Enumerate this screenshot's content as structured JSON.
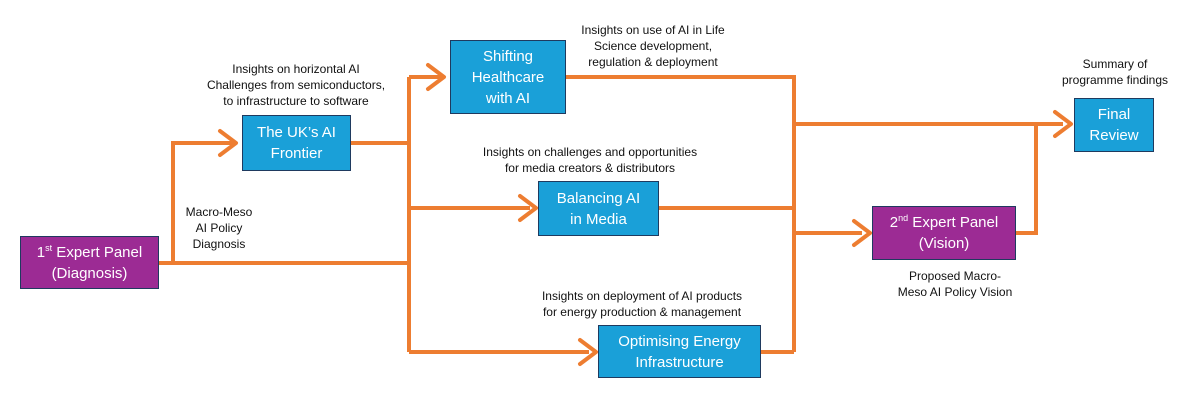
{
  "colors": {
    "arrow": "#ed7d31",
    "blue_box": "#1aa0d8",
    "purple_box": "#9c2b94"
  },
  "nodes": {
    "expert1": {
      "line1_pre": "1",
      "line1_sup": "st",
      "line1_post": " Expert Panel",
      "line2": "(Diagnosis)"
    },
    "uk_ai": {
      "line1": "The UK’s AI",
      "line2": "Frontier"
    },
    "healthcare": {
      "line1": "Shifting",
      "line2": "Healthcare",
      "line3": "with AI"
    },
    "media": {
      "line1": "Balancing AI",
      "line2": "in Media"
    },
    "energy": {
      "line1": "Optimising Energy",
      "line2": "Infrastructure"
    },
    "expert2": {
      "line1_pre": "2",
      "line1_sup": "nd",
      "line1_post": " Expert Panel",
      "line2": "(Vision)"
    },
    "final": {
      "line1": "Final",
      "line2": "Review"
    }
  },
  "annotations": {
    "macro_meso": [
      "Macro-Meso",
      "AI Policy",
      "Diagnosis"
    ],
    "uk_ai": [
      "Insights on horizontal AI",
      "Challenges from semiconductors,",
      "to infrastructure to software"
    ],
    "healthcare": [
      "Insights on use of AI in Life",
      "Science development,",
      "regulation & deployment"
    ],
    "media": [
      "Insights on challenges and opportunities",
      "for media creators & distributors"
    ],
    "energy": [
      "Insights on deployment of AI products",
      "for energy production & management"
    ],
    "vision": [
      "Proposed Macro-",
      "Meso AI Policy Vision"
    ],
    "summary": [
      "Summary of",
      "programme findings"
    ]
  }
}
